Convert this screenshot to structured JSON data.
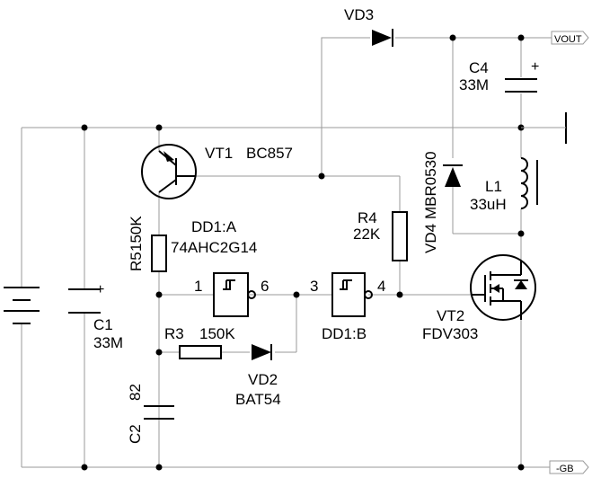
{
  "components": {
    "vt1": {
      "ref": "VT1",
      "value": "BC857"
    },
    "r5": {
      "ref": "R5",
      "value": "150K"
    },
    "dd1a": {
      "ref": "DD1:A",
      "value": "74AHC2G14",
      "pin_in": "1",
      "pin_out": "6"
    },
    "dd1b": {
      "ref": "DD1:B",
      "pin_in": "3",
      "pin_out": "4"
    },
    "r4": {
      "ref": "R4",
      "value": "22K"
    },
    "r3": {
      "ref": "R3",
      "value": "150K"
    },
    "vd2": {
      "ref": "VD2",
      "value": "BAT54"
    },
    "vd3": {
      "ref": "VD3"
    },
    "vd4": {
      "ref": "VD4",
      "value": "MBR0530"
    },
    "c1": {
      "ref": "C1",
      "value": "33M",
      "polarity": "+"
    },
    "c2": {
      "ref": "C2",
      "value": "82"
    },
    "c4": {
      "ref": "C4",
      "value": "33M",
      "polarity": "+"
    },
    "l1": {
      "ref": "L1",
      "value": "33uH"
    },
    "vt2": {
      "ref": "VT2",
      "value": "FDV303"
    }
  },
  "ports": {
    "vout": "VOUT",
    "gb": "-GB"
  }
}
